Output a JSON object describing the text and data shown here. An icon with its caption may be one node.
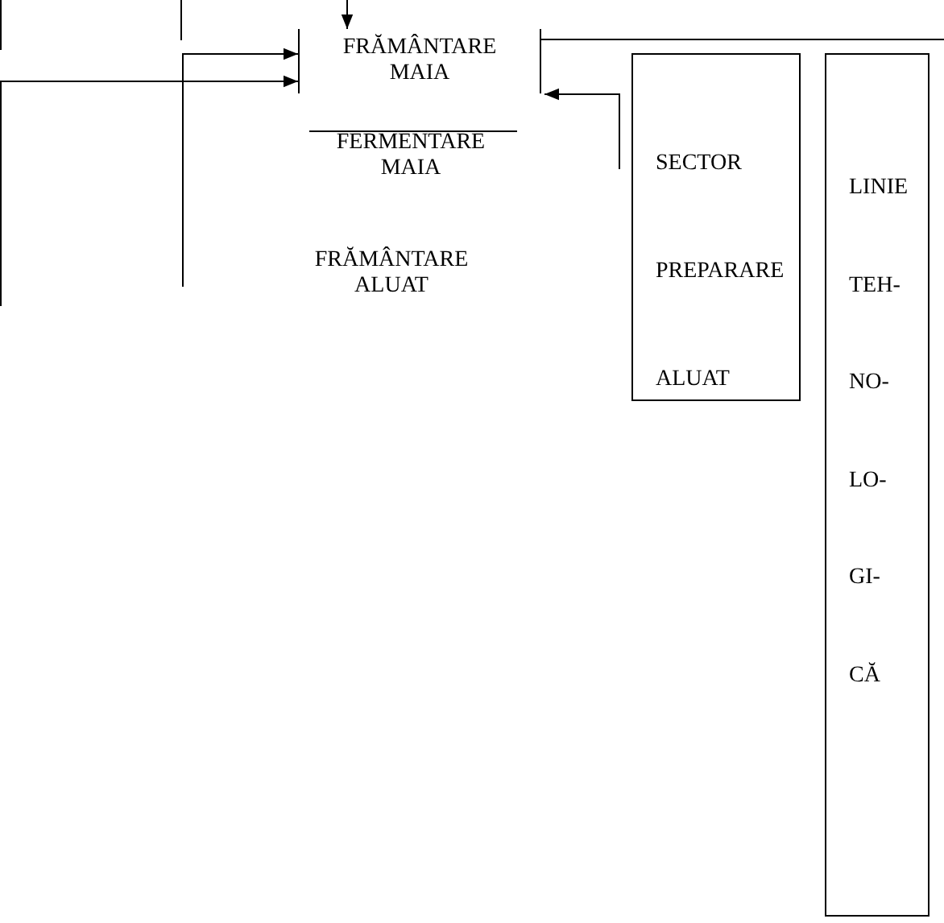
{
  "diagram": {
    "nodes": [
      {
        "text": [
          "FRĂMÂNTARE MAIA"
        ]
      },
      {
        "text": [
          "FERMENTARE MAIA"
        ]
      },
      {
        "text": [
          "FRĂMÂNTARE ALUAT"
        ]
      },
      {
        "text": [
          "SECTOR",
          "PREPARARE",
          "ALUAT"
        ]
      },
      {
        "text": [
          "LINIE",
          "TEH-",
          "NO-",
          "LO-",
          "GI-",
          "CĂ"
        ]
      }
    ],
    "edges": [
      {
        "from": null,
        "to": 0,
        "arrow": "to"
      },
      {
        "from": null,
        "to": 0,
        "arrow": "to"
      },
      {
        "from": null,
        "to": 0,
        "arrow": "to"
      },
      {
        "from": 3,
        "to": 0,
        "arrow": "to"
      }
    ]
  }
}
